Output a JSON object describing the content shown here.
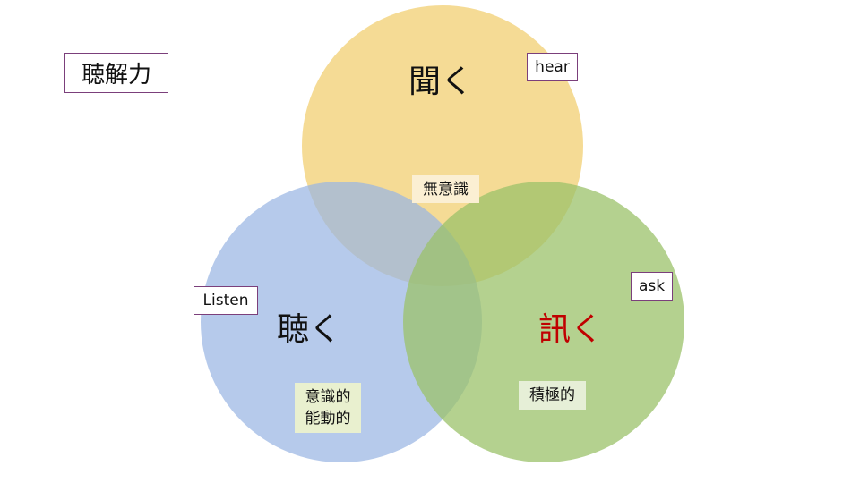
{
  "title": "聴解力",
  "circles": [
    {
      "id": "hear",
      "label": "聞く",
      "tag": "hear",
      "color": "#f2cf72"
    },
    {
      "id": "listen",
      "label": "聴く",
      "tag": "Listen",
      "color": "#9ab6e3"
    },
    {
      "id": "ask",
      "label": "訊く",
      "tag": "ask",
      "color": "#9bc26a",
      "label_color": "#c00000"
    }
  ],
  "notes": {
    "hear": "無意識",
    "listen_line1": "意識的",
    "listen_line2": "能動的",
    "ask": "積極的"
  }
}
